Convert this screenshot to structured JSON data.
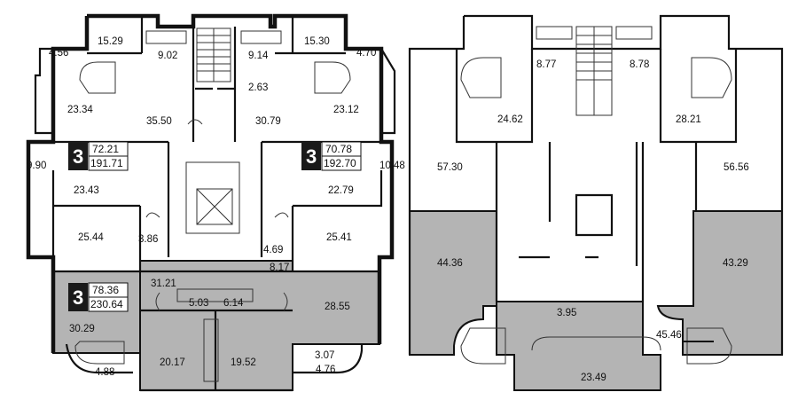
{
  "left_plan": {
    "areas": {
      "r15_29": "15.29",
      "r15_30": "15.30",
      "r4_56": "4.56",
      "r4_70": "4.70",
      "r9_02": "9.02",
      "r9_14": "9.14",
      "r2_63": "2.63",
      "r23_34": "23.34",
      "r35_50": "35.50",
      "r30_79": "30.79",
      "r23_12": "23.12",
      "r9_90": "9.90",
      "r10_48": "10.48",
      "r23_43": "23.43",
      "r22_79": "22.79",
      "r25_44": "25.44",
      "r3_86": "3.86",
      "r4_69": "4.69",
      "r25_41": "25.41",
      "r8_17": "8.17",
      "r31_21": "31.21",
      "r28_55": "28.55",
      "r5_03": "5.03",
      "r6_14": "6.14",
      "r30_29": "30.29",
      "r20_17": "20.17",
      "r19_52": "19.52",
      "r4_88": "4.88",
      "r3_07": "3.07",
      "r4_76": "4.76"
    },
    "apartments": [
      {
        "rooms": "3",
        "living": "72.21",
        "total": "191.71"
      },
      {
        "rooms": "3",
        "living": "70.78",
        "total": "192.70"
      },
      {
        "rooms": "3",
        "living": "78.36",
        "total": "230.64"
      }
    ]
  },
  "right_plan": {
    "areas": {
      "r8_77": "8.77",
      "r8_78": "8.78",
      "r24_62": "24.62",
      "r28_21": "28.21",
      "r57_30": "57.30",
      "r56_56": "56.56",
      "r44_36": "44.36",
      "r43_29": "43.29",
      "r3_95": "3.95",
      "r45_46": "45.46",
      "r23_49": "23.49"
    }
  }
}
